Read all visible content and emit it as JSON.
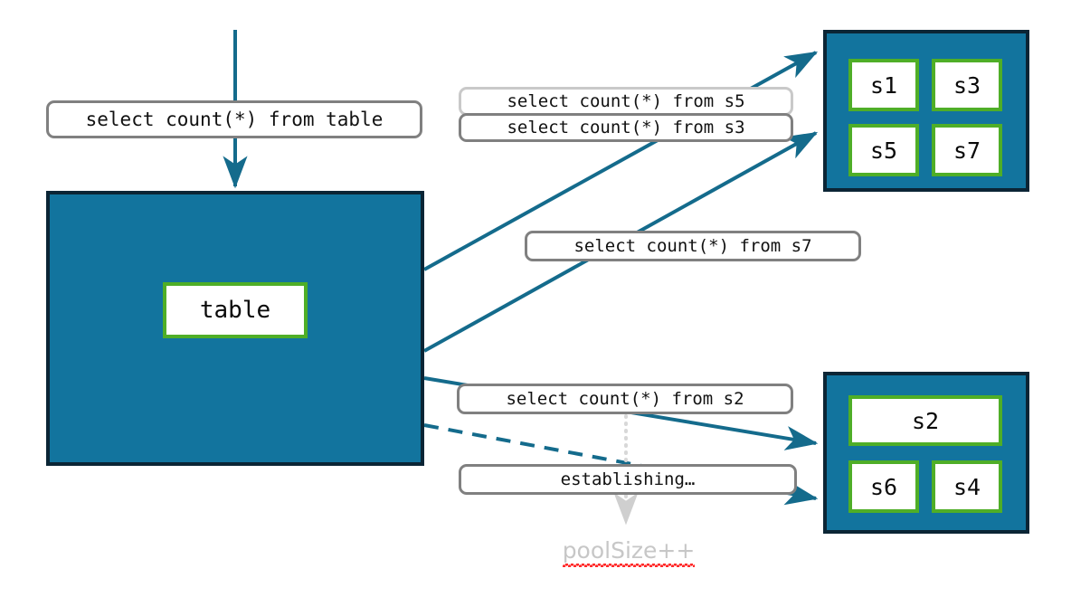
{
  "diagram": {
    "title": "connection pool query routing",
    "colors": {
      "pool_fill": "#12749e",
      "pool_border": "#0b2535",
      "node_border": "#4fae27",
      "node_fill": "#ffffff",
      "edge": "#146b8c",
      "label_border": "#808080",
      "label_border_faded": "#c9c9c9",
      "annotation_text": "#c7c7c7",
      "spellcheck_underline": "#ff2a2a"
    }
  },
  "labels": {
    "from_table": "select count(*) from table",
    "from_s5": "select count(*) from s5",
    "from_s3": "select count(*) from s3",
    "from_s7": "select count(*) from s7",
    "from_s2": "select count(*) from s2",
    "establishing": "establishing…"
  },
  "annotation": {
    "pool_size": "poolSize++"
  },
  "pools": {
    "table_pool": {
      "nodes": [
        {
          "id": "table",
          "label": "table"
        }
      ]
    },
    "session_pool_top": {
      "nodes": [
        {
          "id": "s1",
          "label": "s1"
        },
        {
          "id": "s3",
          "label": "s3"
        },
        {
          "id": "s5",
          "label": "s5"
        },
        {
          "id": "s7",
          "label": "s7"
        }
      ]
    },
    "session_pool_bottom": {
      "nodes": [
        {
          "id": "s2",
          "label": "s2"
        },
        {
          "id": "s6",
          "label": "s6"
        },
        {
          "id": "s4",
          "label": "s4"
        }
      ]
    }
  },
  "edges": [
    {
      "id": "in-table",
      "style": "solid",
      "label": "from_table"
    },
    {
      "id": "to-pool-a-1",
      "style": "solid",
      "label": "from_s5"
    },
    {
      "id": "to-pool-a-2",
      "style": "solid",
      "label": "from_s3"
    },
    {
      "id": "to-pool-a-3",
      "style": "solid",
      "label": "from_s7"
    },
    {
      "id": "to-pool-b-1",
      "style": "solid",
      "label": "from_s2"
    },
    {
      "id": "to-pool-b-2",
      "style": "dashed",
      "label": "establishing"
    },
    {
      "id": "to-poolsize",
      "style": "dotted",
      "label": "pool_size"
    }
  ]
}
